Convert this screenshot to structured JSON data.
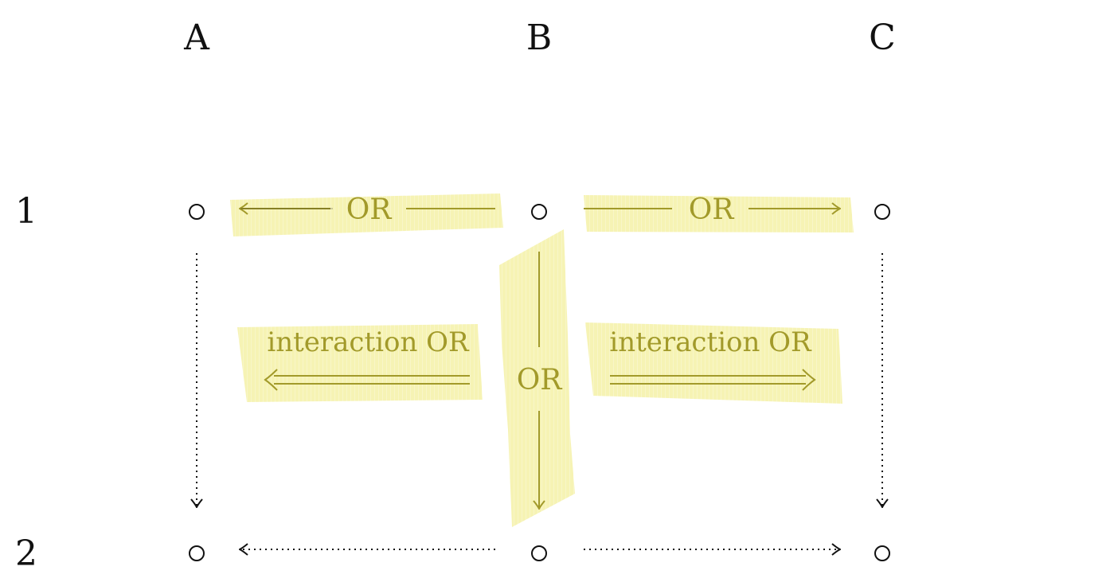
{
  "columns": [
    "A",
    "B",
    "C"
  ],
  "rows": [
    "1",
    "2"
  ],
  "arrows": {
    "top_left": "OR",
    "top_right": "OR",
    "middle": "OR",
    "interaction_left": "interaction OR",
    "interaction_right": "interaction OR"
  },
  "colors": {
    "highlight": "#f2efa6",
    "accent": "#a29a2a",
    "ink": "#111111"
  }
}
